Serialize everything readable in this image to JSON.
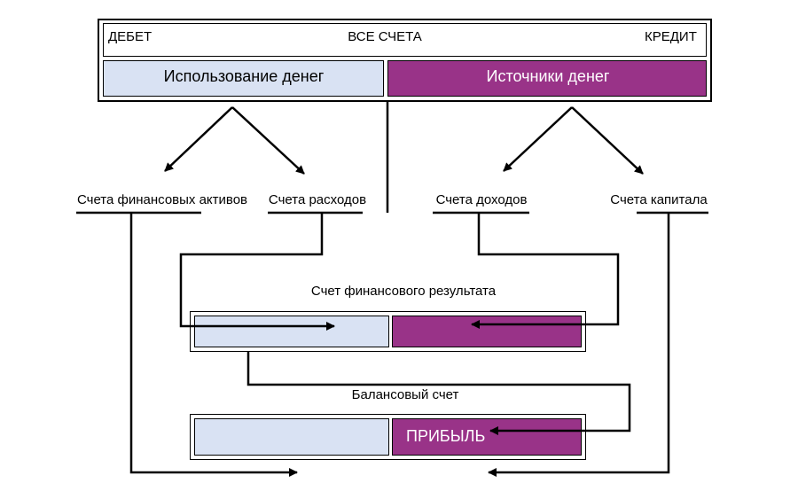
{
  "header": {
    "debit": "ДЕБЕТ",
    "all_accounts": "ВСЕ СЧЕТА",
    "credit": "КРЕДИТ",
    "use_of_money": "Использование денег",
    "sources_of_money": "Источники денег"
  },
  "accounts": {
    "financial_assets": "Счета финансовых активов",
    "expenses": "Счета расходов",
    "income": "Счета доходов",
    "capital": "Счета капитала"
  },
  "financial_result": {
    "title": "Счет финансового результата"
  },
  "balance": {
    "title": "Балансовый счет",
    "profit": "ПРИБЫЛЬ"
  },
  "colors": {
    "light_blue": "#d9e2f3",
    "purple": "#993388",
    "line": "#000000"
  }
}
